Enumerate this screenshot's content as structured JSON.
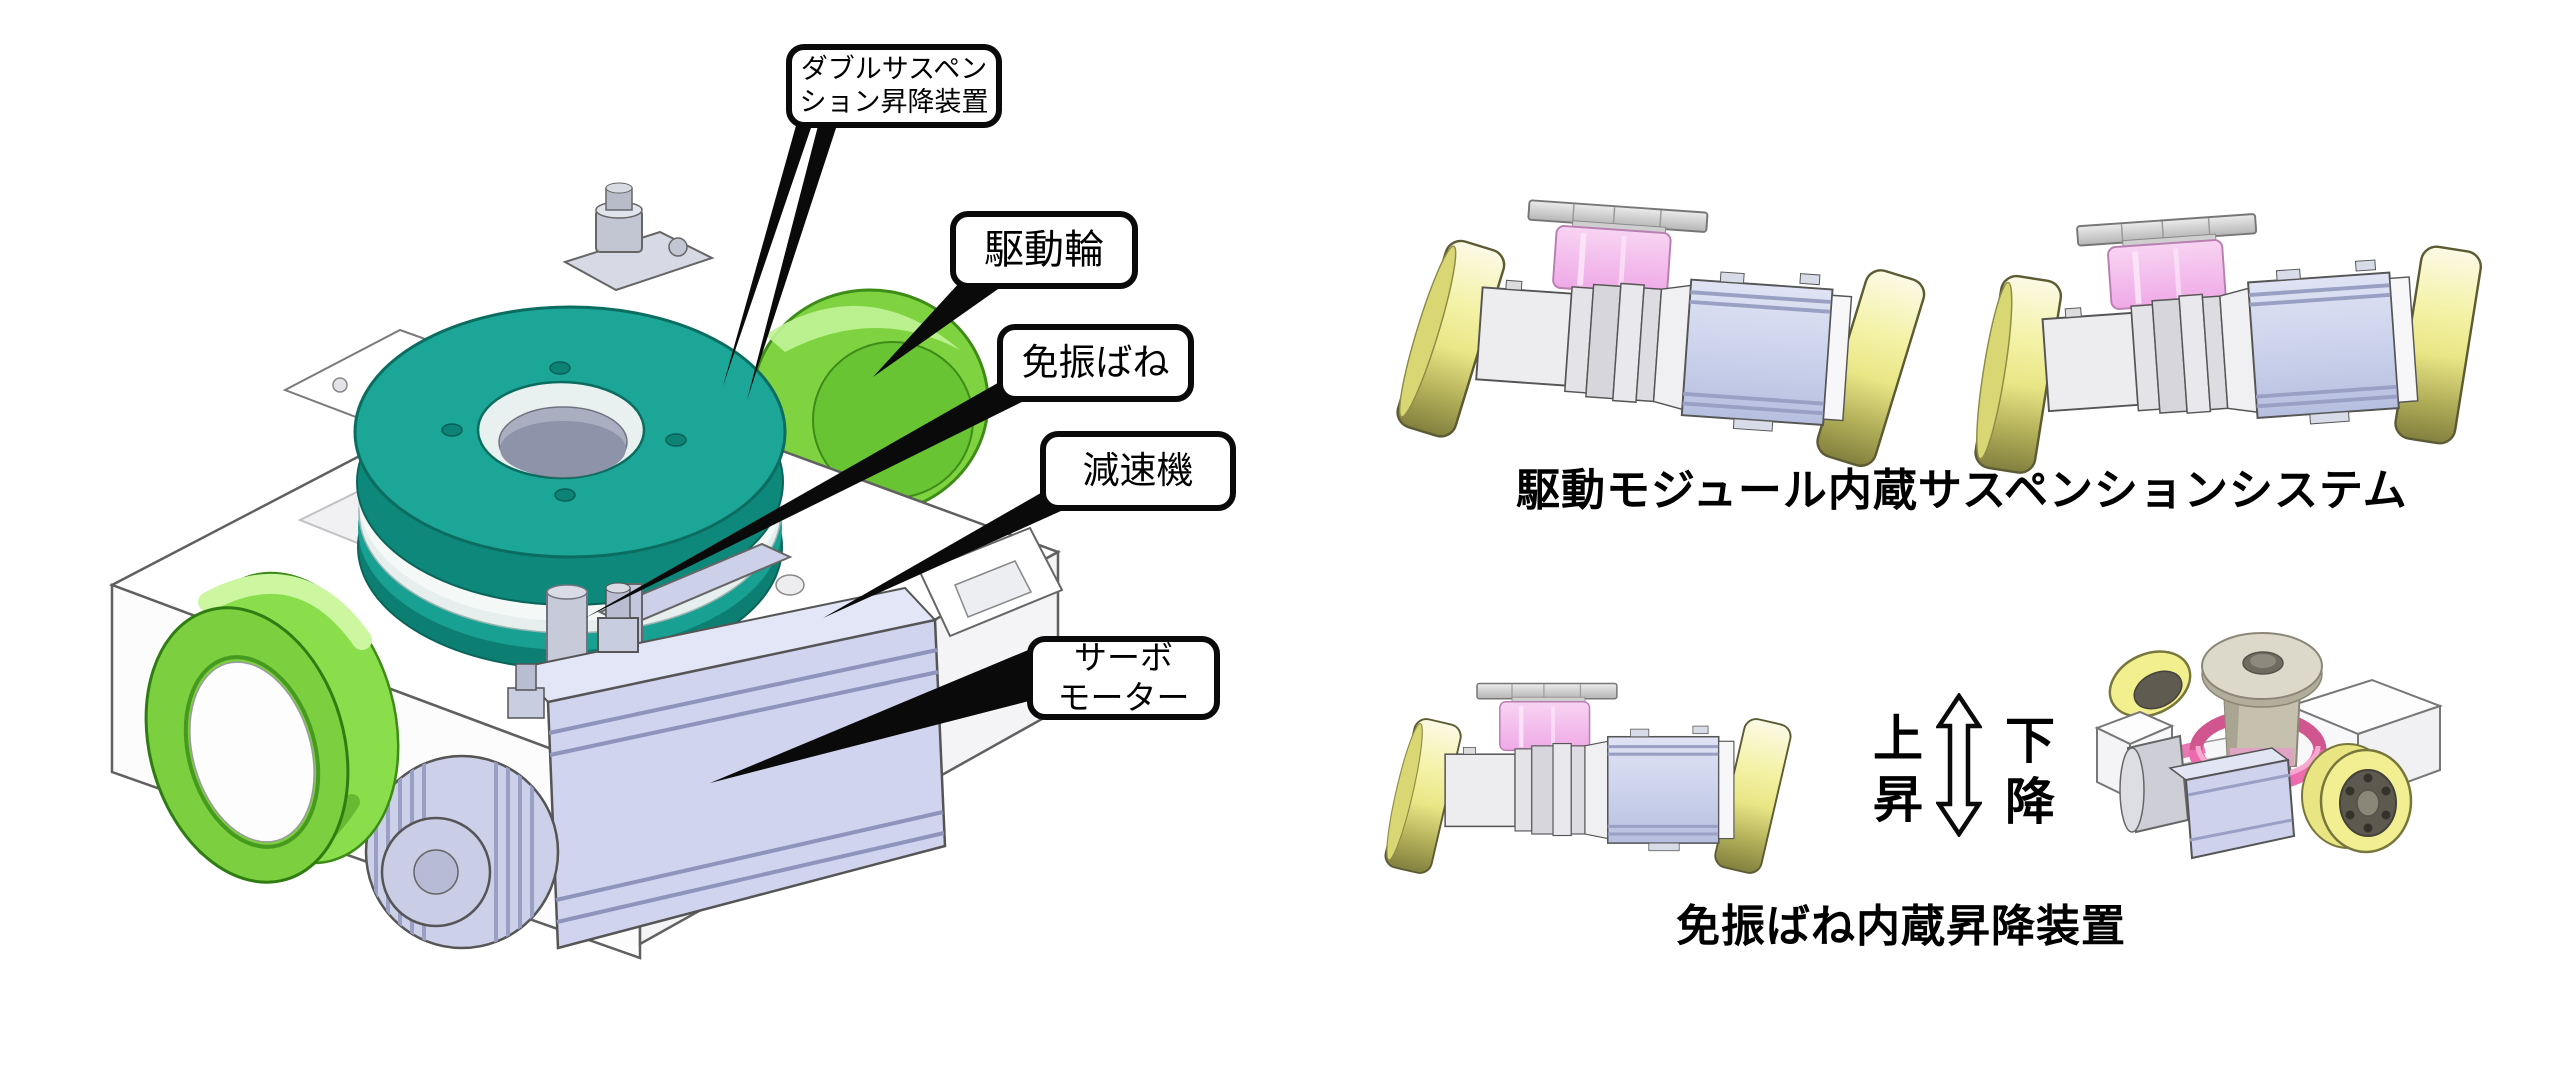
{
  "page": {
    "background": "#ffffff"
  },
  "main_view": {
    "callouts": [
      {
        "id": "double-suspension-lift",
        "lines": [
          "ダブルサスペン",
          "ション昇降装置"
        ]
      },
      {
        "id": "drive-wheel",
        "lines": [
          "駆動輪"
        ]
      },
      {
        "id": "vibration-isolation-spring",
        "lines": [
          "免振ばね"
        ]
      },
      {
        "id": "reducer",
        "lines": [
          "減速機"
        ]
      },
      {
        "id": "servo-motor",
        "lines": [
          "サーボ",
          "モーター"
        ]
      }
    ]
  },
  "right_panel": {
    "top_caption": "駆動モジュール内蔵サスペンションシステム",
    "bottom_caption": "免振ばね内蔵昇降装置",
    "motion_annotation": {
      "up": "上昇",
      "down": "下降"
    }
  },
  "part_colors": {
    "suspension_disc_teal": "#1ca697",
    "drive_wheel_green": "#7ccf3e",
    "module_wheel_yellow": "#f1f0a0",
    "spring_pink": "#f2aeea",
    "lift_band_magenta": "#ee6aae",
    "servo_motor_lavender": "#ced2ec",
    "callout_border": "#0a0a0a"
  }
}
